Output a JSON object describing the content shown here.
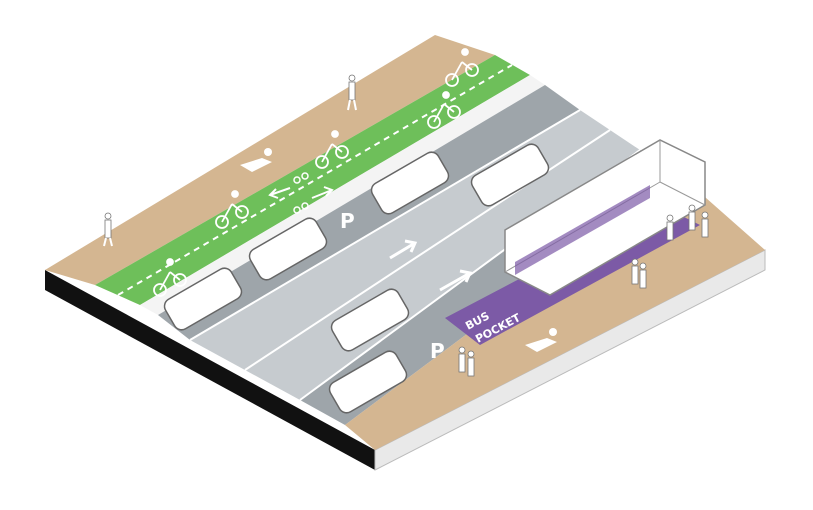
{
  "labels": {
    "parking_marker": "P",
    "bus_pocket_line1": "BUS",
    "bus_pocket_line2": "POCKET"
  },
  "icons": {
    "pedestrian": "pedestrian-icon",
    "cyclist": "cyclist-icon",
    "car": "car-icon",
    "bus": "bus-icon",
    "direction_arrow": "arrow-icon",
    "bike_lane_symbol": "bicycle-symbol-icon"
  },
  "colors": {
    "sidewalk": "#d4b691",
    "bike_lane": "#6ebf5a",
    "parking_lane": "#9ea5aa",
    "travel_lane": "#c6cbcf",
    "bus_pocket": "#7c5aa6",
    "base_edge": "#111111",
    "markings": "#ffffff"
  }
}
